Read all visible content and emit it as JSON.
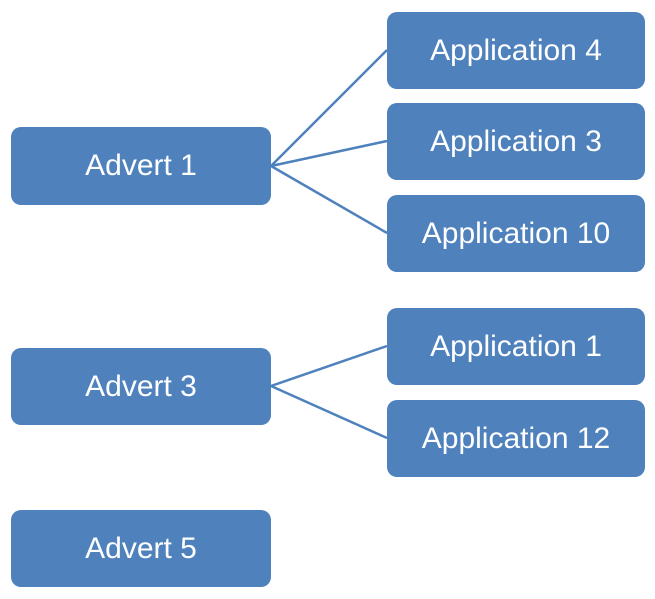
{
  "colors": {
    "box_fill": "#4f81bd",
    "connector": "#4f81bd",
    "text": "#ffffff",
    "background": "#ffffff"
  },
  "groups": [
    {
      "advert": "Advert 1",
      "applications": [
        "Application 4",
        "Application 3",
        "Application 10"
      ]
    },
    {
      "advert": "Advert 3",
      "applications": [
        "Application 1",
        "Application 12"
      ]
    },
    {
      "advert": "Advert 5",
      "applications": []
    }
  ]
}
